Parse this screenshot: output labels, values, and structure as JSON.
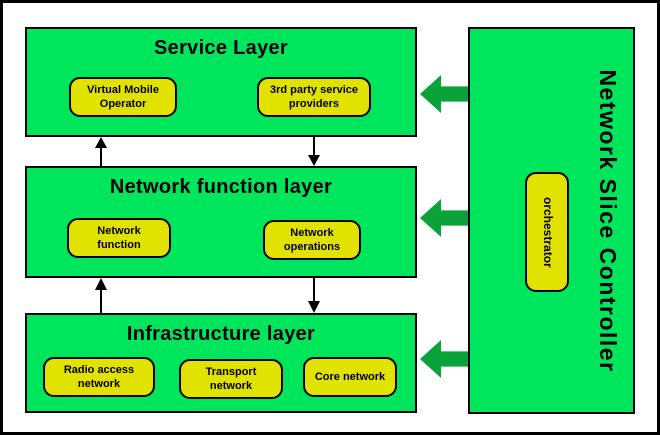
{
  "layers": [
    {
      "title": "Service Layer",
      "items": [
        "Virtual Mobile Operator",
        "3rd party service providers"
      ]
    },
    {
      "title": "Network function layer",
      "items": [
        "Network function",
        "Network operations"
      ]
    },
    {
      "title": "Infrastructure layer",
      "items": [
        "Radio access network",
        "Transport network",
        "Core network"
      ]
    }
  ],
  "controller": {
    "title": "Network Slice Controller",
    "component": "orchestrator"
  },
  "colors": {
    "layer_fill": "#00e65c",
    "chip_fill": "#e2e200",
    "fat_arrow_fill": "#0aa33a",
    "border": "#000000"
  }
}
